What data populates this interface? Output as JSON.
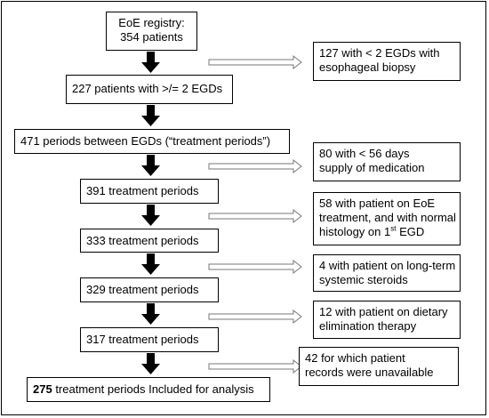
{
  "main_boxes": [
    {
      "lines": [
        "EoE registry:",
        "354 patients"
      ]
    },
    {
      "text": "227 patients with >/= 2 EGDs"
    },
    {
      "text": "471 periods between EGDs (“treatment periods”)"
    },
    {
      "text": "391 treatment periods"
    },
    {
      "text": "333 treatment periods"
    },
    {
      "text": "329 treatment periods"
    },
    {
      "text": "317 treatment periods"
    },
    {
      "bold": "275",
      "rest": " treatment periods Included for analysis"
    }
  ],
  "exclusions": [
    {
      "lines": [
        "127 with < 2 EGDs with",
        "esophageal biopsy"
      ]
    },
    {
      "lines": [
        "80 with < 56 days",
        "supply of medication"
      ]
    },
    {
      "line1": "58 with patient on EoE",
      "line2_pre": "treatment, and with normal",
      "line3_pre": "histology on 1",
      "line3_sup": "st",
      "line3_post": " EGD"
    },
    {
      "lines": [
        "4 with patient on long-term",
        "systemic steroids"
      ]
    },
    {
      "lines": [
        "12 with patient on dietary",
        "elimination therapy"
      ]
    },
    {
      "lines": [
        "42 for which patient",
        "records were unavailable"
      ]
    }
  ]
}
